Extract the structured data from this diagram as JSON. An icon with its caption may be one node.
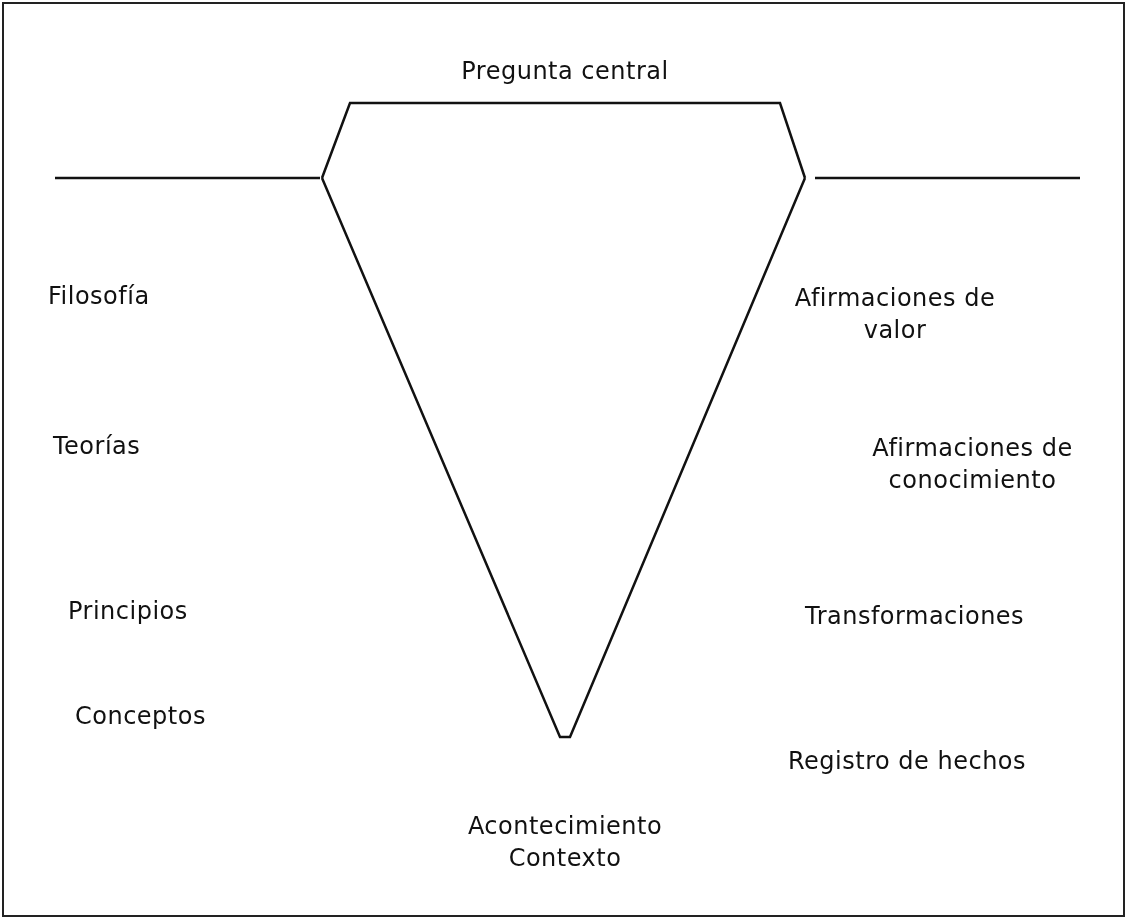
{
  "diagram": {
    "labels": [
      "Pregunta central",
      "Filosofía",
      "Afirmaciones de valor",
      "Teorías",
      "Afirmaciones de conocimiento",
      "Principios",
      "Transformaciones",
      "Conceptos",
      "Registro de hechos",
      "Acontecimiento",
      "Contexto"
    ]
  }
}
